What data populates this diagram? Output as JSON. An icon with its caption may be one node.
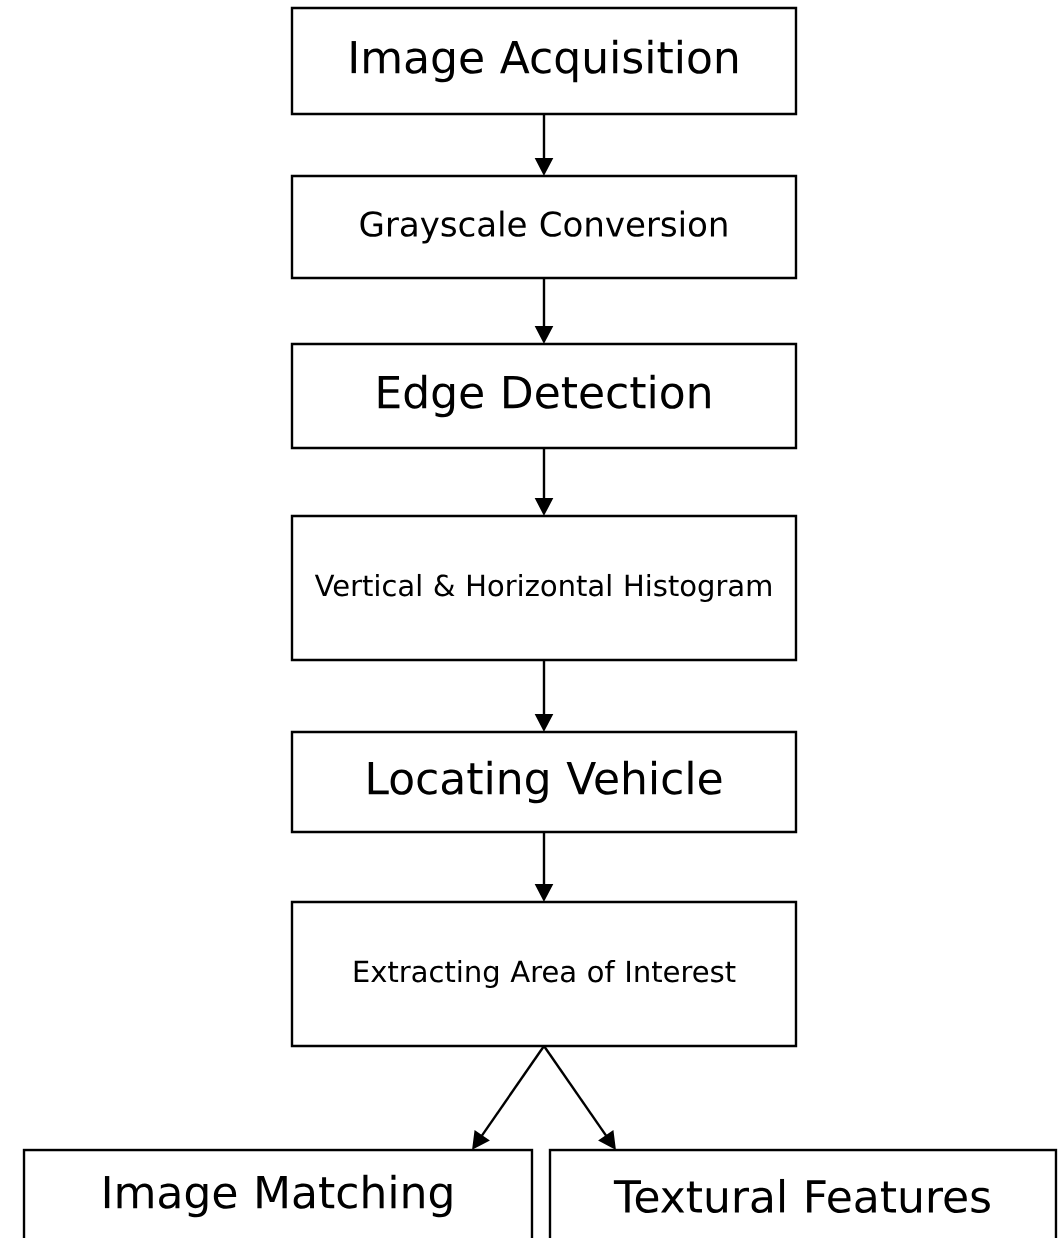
{
  "diagram": {
    "nodes": [
      {
        "text": [
          "Image Acquisition"
        ]
      },
      {
        "text": [
          "Grayscale Conversion"
        ]
      },
      {
        "text": [
          "Edge Detection"
        ]
      },
      {
        "text": [
          "Vertical & Horizontal Histogram"
        ]
      },
      {
        "text": [
          "Locating Vehicle"
        ]
      },
      {
        "text": [
          "Extracting Area of Interest"
        ]
      },
      {
        "text": [
          "Image Matching"
        ]
      },
      {
        "text": [
          "Textural Features"
        ]
      }
    ],
    "edges": [
      {
        "from": 0,
        "to": 1,
        "arrow": "to"
      },
      {
        "from": 1,
        "to": 2,
        "arrow": "to"
      },
      {
        "from": 2,
        "to": 3,
        "arrow": "to"
      },
      {
        "from": 3,
        "to": 4,
        "arrow": "to"
      },
      {
        "from": 4,
        "to": 5,
        "arrow": "to"
      },
      {
        "from": 5,
        "to": 6,
        "arrow": "to"
      },
      {
        "from": 5,
        "to": 7,
        "arrow": "to"
      }
    ]
  }
}
